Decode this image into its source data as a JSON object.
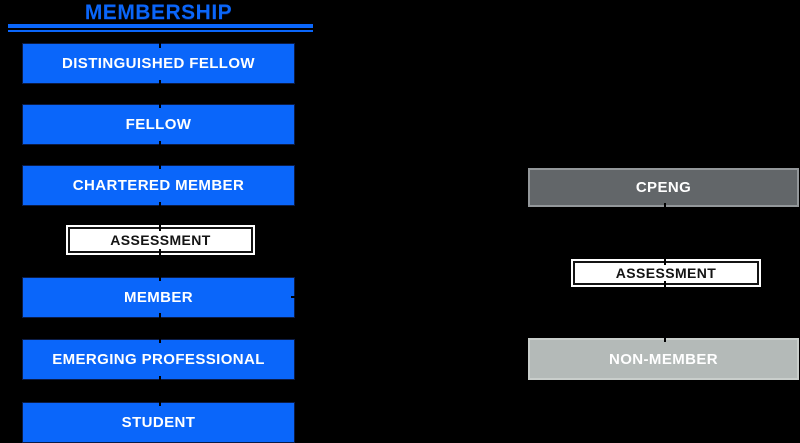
{
  "title": "MEMBERSHIP",
  "colors": {
    "background": "#000000",
    "accent_blue": "#0a66fa",
    "dark_gray": "#626669",
    "light_gray": "#b4bab8",
    "white": "#ffffff",
    "text_on_blue": "#ffffff",
    "text_on_white": "#141414"
  },
  "membership_column": {
    "levels": [
      {
        "id": "distinguished-fellow",
        "label": "DISTINGUISHED FELLOW",
        "style": "blue"
      },
      {
        "id": "fellow",
        "label": "FELLOW",
        "style": "blue"
      },
      {
        "id": "chartered-member",
        "label": "CHARTERED MEMBER",
        "style": "blue"
      },
      {
        "id": "assessment",
        "label": "ASSESSMENT",
        "style": "white"
      },
      {
        "id": "member",
        "label": "MEMBER",
        "style": "blue"
      },
      {
        "id": "emerging-professional",
        "label": "EMERGING PROFESSIONAL",
        "style": "blue"
      },
      {
        "id": "student",
        "label": "STUDENT",
        "style": "blue"
      }
    ]
  },
  "right_column": {
    "items": [
      {
        "id": "cpeng",
        "label": "CPENG",
        "style": "dark-gray"
      },
      {
        "id": "assessment",
        "label": "ASSESSMENT",
        "style": "white"
      },
      {
        "id": "non-member",
        "label": "NON-MEMBER",
        "style": "light-gray"
      }
    ]
  }
}
